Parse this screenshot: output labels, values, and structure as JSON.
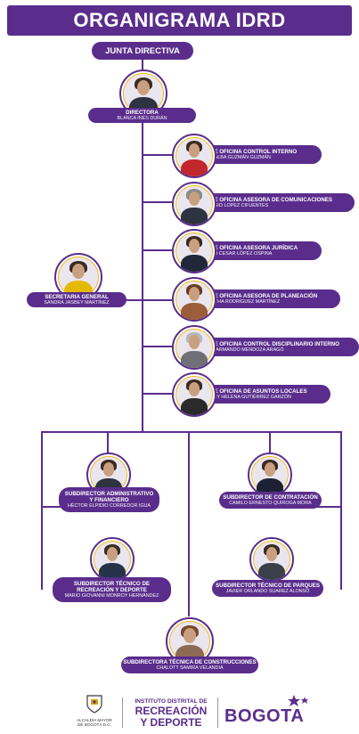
{
  "title": "ORGANIGRAMA IDRD",
  "junta": "JUNTA DIRECTIVA",
  "directora": {
    "role": "DIRECTORA",
    "name": "BLANCA INÉS DURÁN"
  },
  "secretaria": {
    "role": "SECRETARIA GENERAL",
    "name": "SANDRA JASBEY MARTÍNEZ"
  },
  "jefes": [
    {
      "role": "JEFE OFICINA CONTROL INTERNO",
      "name": "ROSALBA GUZMÁN GUZMÁN"
    },
    {
      "role": "JEFE OFICINA ASESORA DE COMUNICACIONES",
      "name": "SERGIO LOPEZ CIFUENTES"
    },
    {
      "role": "JEFE OFICINA ASESORA JURÍDICA",
      "name": "JULIO CESAR LÓPEZ OSPINA"
    },
    {
      "role": "JEFE OFICINA ASESORA DE PLANEACIÓN",
      "name": "MARTHA RODRÍGUEZ MARTÍNEZ"
    },
    {
      "role": "JEFE OFICINA CONTROL DISCIPLINARIO INTERNO",
      "name": "LUIS ARMANDO MENDOZA ARAGÓ"
    },
    {
      "role": "JEFE OFICINA DE ASUNTOS LOCALES",
      "name": "FANNY HELENA GUTIÉRREZ GARZÓN"
    }
  ],
  "subdirectores": {
    "administrativo": {
      "role1": "SUBDIRECTOR ADMINISTRATIVO",
      "role2": "Y FINANCIERO",
      "name": "HÉCTOR ELPIDIO CORREDOR IGUA"
    },
    "contratacion": {
      "role1": "SUBDIRECTOR DE CONTRATACIÓN",
      "name": "CAMILO ERNESTO QUIROGA MORA"
    },
    "recreacion": {
      "role1": "SUBDIRECTOR TÉCNICO DE",
      "role2": "RECREACIÓN Y DEPORTE",
      "name": "MARIO GIOVANNI MONROY HERNÁNDEZ"
    },
    "parques": {
      "role1": "SUBDIRECTOR TÉCNICO DE PARQUES",
      "name": "JAVIER ORLANDO SUAREZ ALONSO"
    },
    "construcciones": {
      "role1": "SUBDIRECTORA TÉCNICA DE CONSTRUCCIONES",
      "name": "CHALOTT SAMIRA VELANDIA"
    }
  },
  "footer": {
    "alcaldia": [
      "ALCALDÍA MAYOR",
      "DE BOGOTÁ D.C."
    ],
    "instituto": "INSTITUTO DISTRITAL DE",
    "recreacion": "RECREACIÓN",
    "deporte": "Y DEPORTE",
    "bogota": "BOGOTA"
  },
  "colors": {
    "brand": "#5a2d8c",
    "accent": "#f2b705"
  }
}
